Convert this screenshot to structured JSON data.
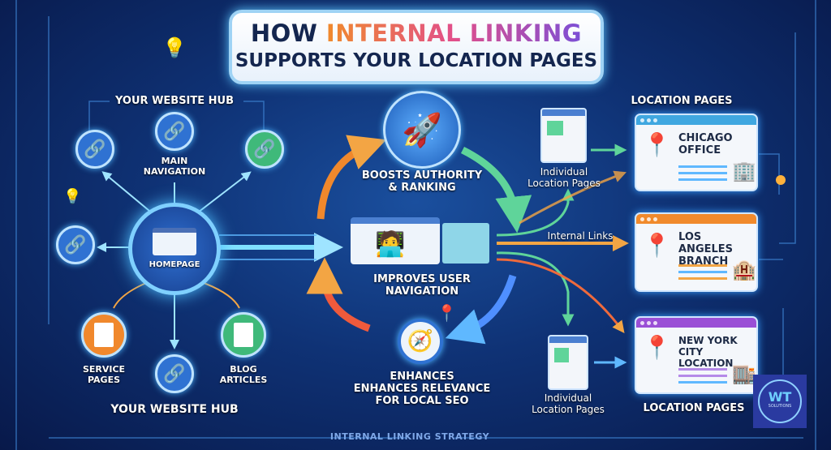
{
  "title": {
    "line1_prefix": "HOW ",
    "line1_highlight": "INTERNAL LINKING",
    "line2": "SUPPORTS YOUR LOCATION PAGES"
  },
  "hub": {
    "title_top": "YOUR WEBSITE HUB",
    "title_bottom": "YOUR WEBSITE HUB",
    "center": "HOMEPAGE",
    "main_navigation": "MAIN NAVIGATION",
    "service_pages": "SERVICE PAGES",
    "blog_articles": "BLOG ARTICLES"
  },
  "cycle": {
    "boosts": "BOOSTS AUTHORITY & RANKING",
    "improves": "IMPROVES USER NAVIGATION",
    "enhances_line1": "ENHANCES",
    "enhances_line2": "ENHANCES RELEVANCE",
    "enhances_line3": "FOR LOCAL SEO"
  },
  "links": {
    "individual_top": "Individual Location Pages",
    "individual_bottom": "Individual Location Pages",
    "internal_links": "Internal Links"
  },
  "locations": {
    "title_top": "LOCATION PAGES",
    "title_bottom": "LOCATION PAGES",
    "cards": [
      {
        "name": "CHICAGO OFFICE",
        "color": "#3fa7e0",
        "pin": "#e8553f"
      },
      {
        "name": "LOS ANGELES BRANCH",
        "color": "#f08a2c",
        "pin": "#3fb97a"
      },
      {
        "name": "NEW YORK CITY LOCATION",
        "color": "#9a4fd6",
        "pin": "#9a4fd6"
      }
    ]
  },
  "logo": {
    "text": "WT",
    "subtext": "SOLUTIONS"
  },
  "footer": {
    "text": "INTERNAL LINKING STRATEGY"
  },
  "colors": {
    "background": "#0f3275",
    "orange": "#f08a2c",
    "green": "#3fb97a",
    "cyan": "#5fd0ff"
  }
}
